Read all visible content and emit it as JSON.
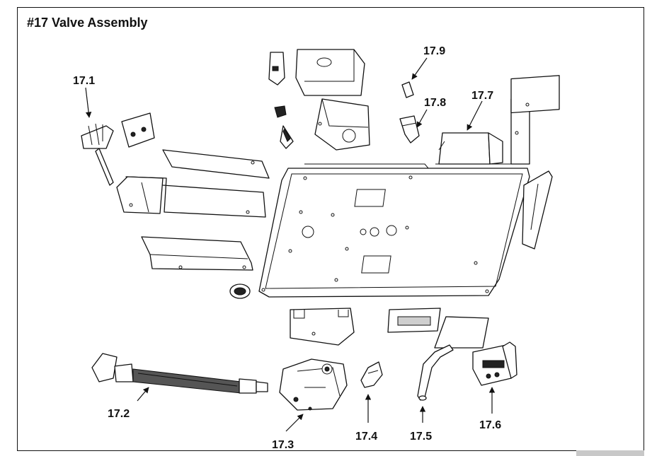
{
  "title": "#17 Valve Assembly",
  "callouts": {
    "c17_1": "17.1",
    "c17_2": "17.2",
    "c17_3": "17.3",
    "c17_4": "17.4",
    "c17_5": "17.5",
    "c17_6": "17.6",
    "c17_7": "17.7",
    "c17_8": "17.8",
    "c17_9": "17.9"
  }
}
